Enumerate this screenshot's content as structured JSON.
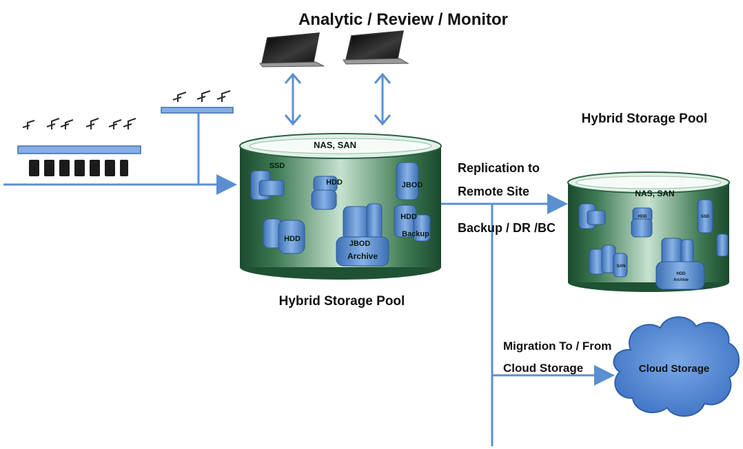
{
  "header": {
    "title": "Analytic / Review / Monitor"
  },
  "main_pool": {
    "caption": "Hybrid Storage Pool",
    "top_label": "NAS, SAN",
    "ssd": "SSD",
    "hdd_top": "HDD",
    "jbod": "JBOD",
    "hdd_left": "HDD",
    "jbod_archive_1": "JBOD",
    "jbod_archive_2": "Archive",
    "hdd_backup_1": "HDD",
    "hdd_backup_2": "Backup"
  },
  "remote_pool": {
    "caption": "Hybrid Storage Pool",
    "top_label": "NAS, SAN",
    "small_1": "HDD",
    "small_2": "SSD",
    "small_3": "SAN",
    "archive_1": "HDD",
    "archive_2": "Archive"
  },
  "flows": {
    "replication_1": "Replication to",
    "replication_2": "Remote Site",
    "backup": "Backup / DR /BC",
    "migration_1": "Migration To / From",
    "migration_2": "Cloud Storage"
  },
  "cloud": {
    "label": "Cloud Storage"
  },
  "colors": {
    "arrow": "#5b8fd0",
    "cylinder_dark": "#1d4f32",
    "cylinder_mid": "#4f8a63",
    "cylinder_light": "#d7ece0",
    "disk_blue": "#5d8fd0",
    "cloud_fill": "#5d8fd6",
    "rack_blue": "#86aee3"
  }
}
